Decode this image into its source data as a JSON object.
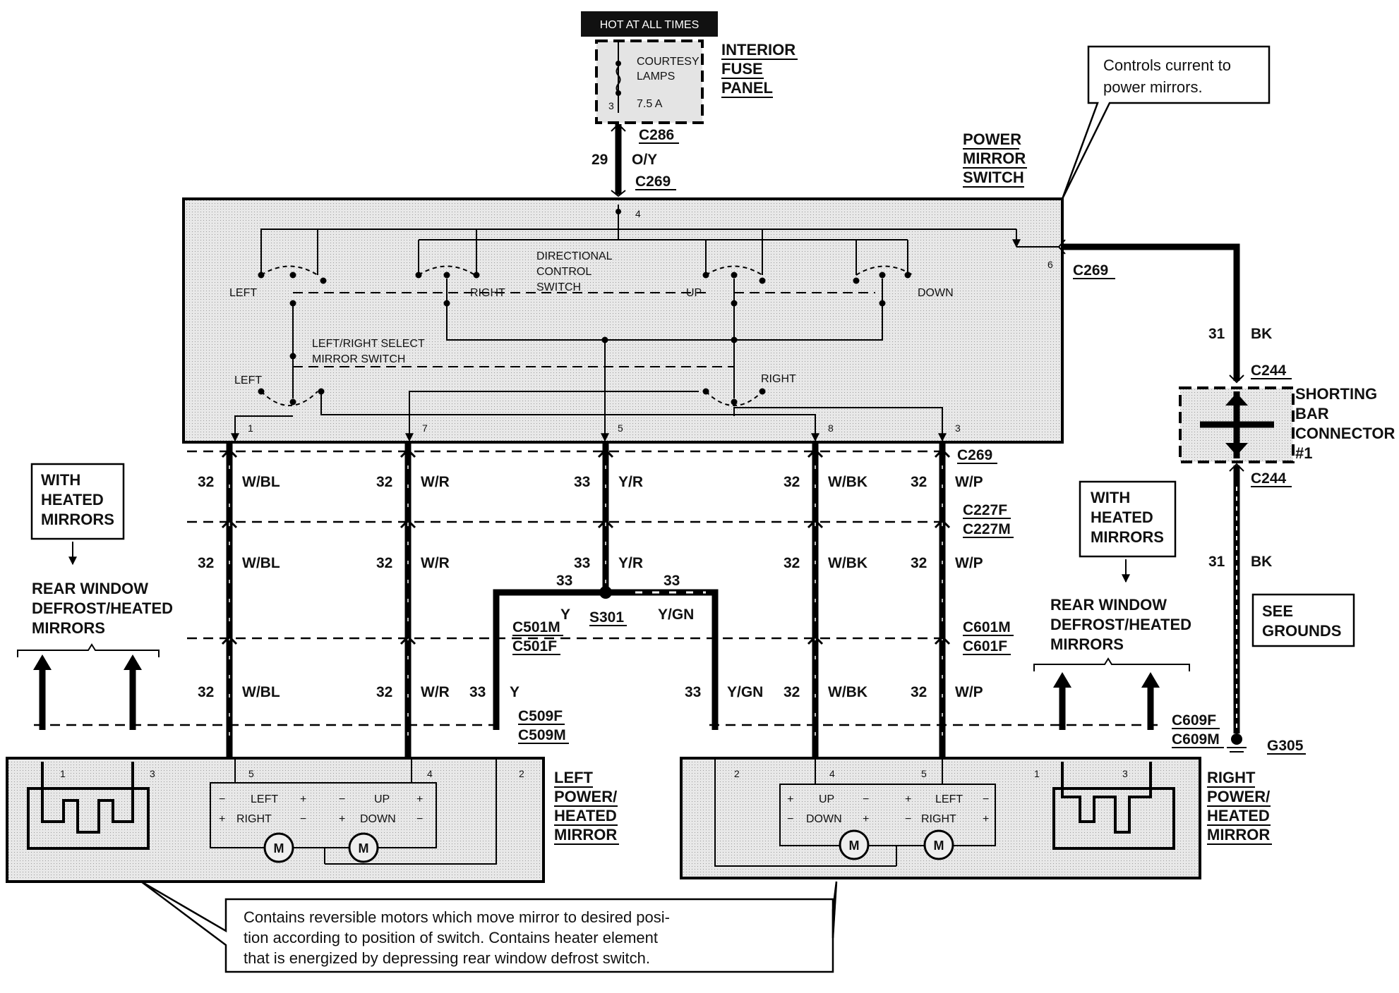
{
  "fuse_panel": {
    "hot_label": "HOT AT ALL TIMES",
    "circuit_name_1": "COURTESY",
    "circuit_name_2": "LAMPS",
    "rating": "7.5 A",
    "pin": "3",
    "title_1": "INTERIOR",
    "title_2": "FUSE",
    "title_3": "PANEL"
  },
  "callouts": {
    "controls": "Controls current to power mirrors.",
    "controls_1": "Controls current to",
    "controls_2": "power mirrors.",
    "motors_1": "Contains reversible motors which move mirror to desired posi-",
    "motors_2": "tion according to position of switch. Contains heater element",
    "motors_3": "that is energized by depressing rear window defrost switch."
  },
  "switch": {
    "title_1": "POWER",
    "title_2": "MIRROR",
    "title_3": "SWITCH",
    "directional_1": "DIRECTIONAL",
    "directional_2": "CONTROL",
    "directional_3": "SWITCH",
    "select_1": "LEFT/RIGHT SELECT",
    "select_2": "MIRROR SWITCH",
    "left": "LEFT",
    "right": "RIGHT",
    "up": "UP",
    "down": "DOWN",
    "pin_top": "4",
    "pin_side": "6",
    "pins_bottom": [
      "1",
      "7",
      "5",
      "8",
      "3"
    ]
  },
  "connectors": {
    "c286": "C286",
    "c269": "C269",
    "c244": "C244",
    "c227f": "C227F",
    "c227m": "C227M",
    "c501m": "C501M",
    "c501f": "C501F",
    "c601m": "C601M",
    "c601f": "C601F",
    "c509f": "C509F",
    "c509m": "C509M",
    "c609f": "C609F",
    "c609m": "C609M",
    "s301": "S301",
    "g305": "G305"
  },
  "wires": {
    "feed": {
      "num": "29",
      "color": "O/Y"
    },
    "ground": {
      "num": "31",
      "color": "BK"
    },
    "columns": [
      {
        "num": "32",
        "color": "W/BL"
      },
      {
        "num": "32",
        "color": "W/R"
      },
      {
        "num": "33",
        "color": "Y/R"
      },
      {
        "num": "32",
        "color": "W/BK"
      },
      {
        "num": "32",
        "color": "W/P"
      }
    ],
    "splice_left": {
      "num": "33",
      "color": "Y"
    },
    "splice_right": {
      "num": "33",
      "color": "Y/GN"
    }
  },
  "shorting_bar": {
    "t1": "SHORTING",
    "t2": "BAR",
    "t3": "CONNECTOR",
    "t4": "#1"
  },
  "see_grounds": {
    "t1": "SEE",
    "t2": "GROUNDS"
  },
  "heated_notes": {
    "with_1": "WITH",
    "with_2": "HEATED",
    "with_3": "MIRRORS",
    "rear_1": "REAR WINDOW",
    "rear_2": "DEFROST/HEATED",
    "rear_3": "MIRRORS"
  },
  "left_mirror": {
    "title_1": "LEFT",
    "title_2": "POWER/",
    "title_3": "HEATED",
    "title_4": "MIRROR",
    "pins": [
      "1",
      "3",
      "5",
      "4",
      "2"
    ],
    "motor": "M",
    "left": "LEFT",
    "right": "RIGHT",
    "up": "UP",
    "down": "DOWN"
  },
  "right_mirror": {
    "title_1": "RIGHT",
    "title_2": "POWER/",
    "title_3": "HEATED",
    "title_4": "MIRROR",
    "pins": [
      "2",
      "4",
      "5",
      "1",
      "3"
    ],
    "motor": "M",
    "left": "LEFT",
    "right": "RIGHT",
    "up": "UP",
    "down": "DOWN"
  }
}
